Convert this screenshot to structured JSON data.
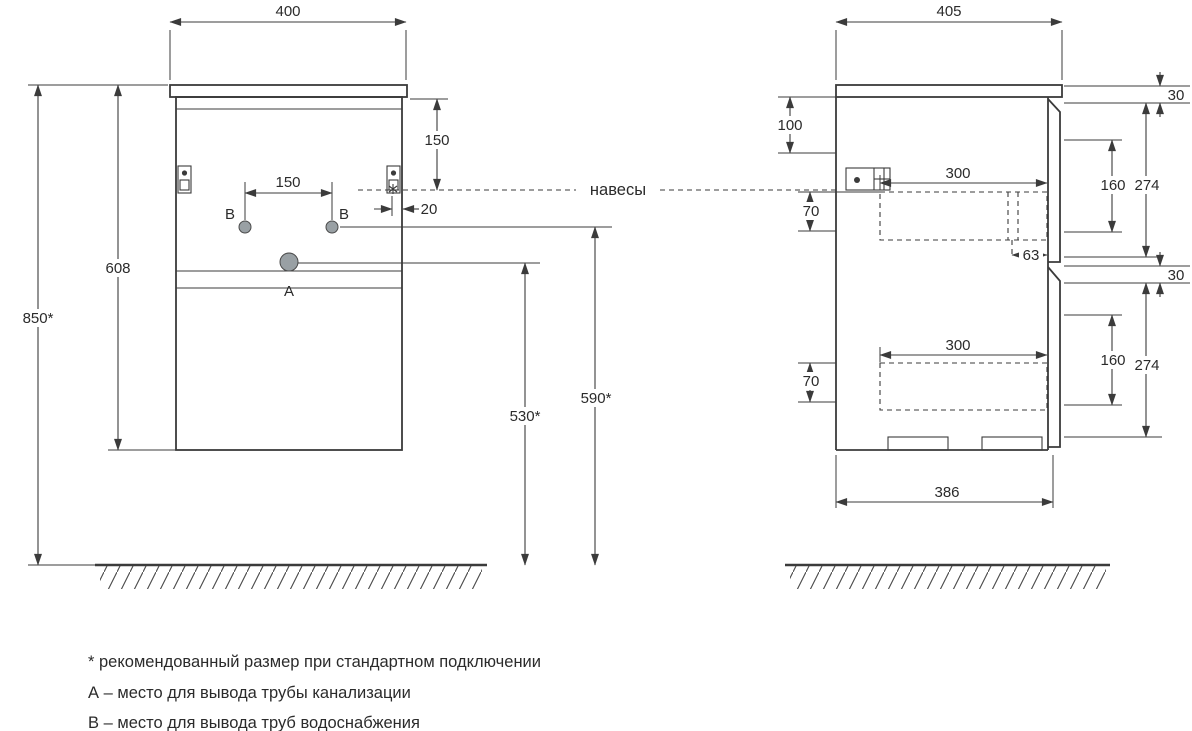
{
  "front_view": {
    "dim_width": "400",
    "dim_height_total": "850*",
    "dim_height_cabinet": "608",
    "dim_hole_spacing": "150",
    "dim_top_to_hanger": "150",
    "dim_hinge_offset": "20",
    "dim_drain": "530*",
    "dim_supply": "590*",
    "point_a": "А",
    "point_b_left": "В",
    "point_b_right": "В"
  },
  "hanger_label": "навесы",
  "side_view": {
    "dim_depth": "405",
    "dim_top_clearance": "100",
    "dim_reveal_top": "30",
    "dim_reveal_mid": "30",
    "dim_drawer1_inset": "70",
    "dim_drawer2_inset": "70",
    "dim_drawer1_depth": "300",
    "dim_drawer2_depth": "300",
    "dim_drawer1_height": "160",
    "dim_drawer2_height": "160",
    "dim_front1_height": "274",
    "dim_front2_height": "274",
    "dim_slide_offset": "63",
    "dim_bottom_depth": "386"
  },
  "legend": {
    "note_star": "* рекомендованный размер при стандартном подключении",
    "note_a": "А – место для вывода трубы канализации",
    "note_b": "В – место для вывода труб водоснабжения"
  }
}
